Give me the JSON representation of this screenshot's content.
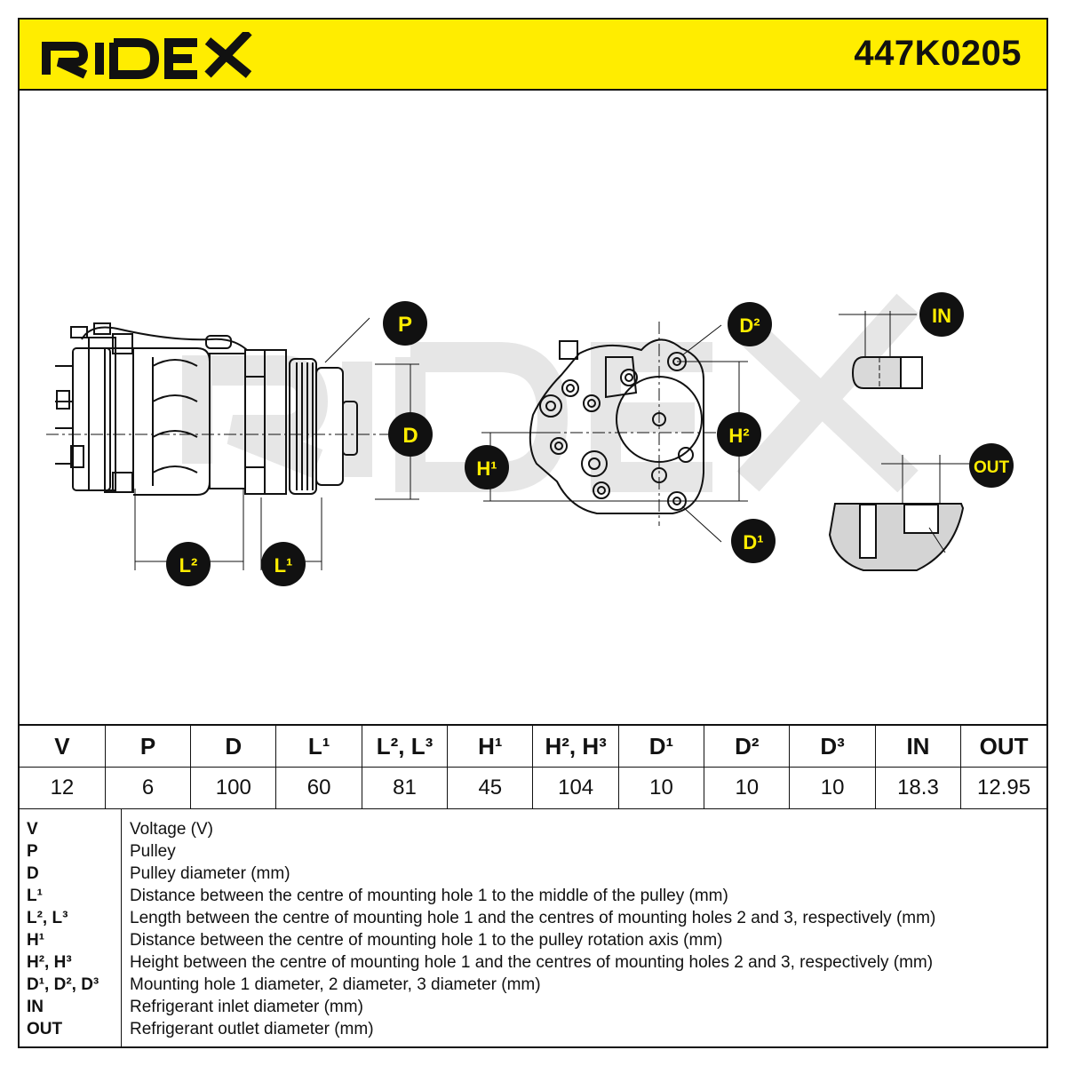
{
  "brand": "RIDEX",
  "part_number": "447K0205",
  "watermark": "RIDEX",
  "callouts": [
    "P",
    "D",
    "L²",
    "L¹",
    "H¹",
    "H²",
    "D²",
    "D¹",
    "IN",
    "OUT"
  ],
  "table": {
    "headers": [
      "V",
      "P",
      "D",
      "L¹",
      "L², L³",
      "H¹",
      "H², H³",
      "D¹",
      "D²",
      "D³",
      "IN",
      "OUT"
    ],
    "values": [
      "12",
      "6",
      "100",
      "60",
      "81",
      "45",
      "104",
      "10",
      "10",
      "10",
      "18.3",
      "12.95"
    ]
  },
  "legend": [
    {
      "symbol": "V",
      "description": "Voltage (V)"
    },
    {
      "symbol": "P",
      "description": "Pulley"
    },
    {
      "symbol": "D",
      "description": "Pulley diameter (mm)"
    },
    {
      "symbol": "L¹",
      "description": "Distance between the centre of mounting hole 1 to the middle of the pulley (mm)"
    },
    {
      "symbol": "L², L³",
      "description": "Length between the centre of mounting hole 1 and the centres of mounting holes 2 and 3, respectively (mm)"
    },
    {
      "symbol": "H¹",
      "description": "Distance between the centre of mounting hole 1 to the pulley rotation axis (mm)"
    },
    {
      "symbol": "H², H³",
      "description": "Height between the centre of mounting hole 1 and the centres of mounting holes 2 and 3, respectively (mm)"
    },
    {
      "symbol": "D¹, D², D³",
      "description": "Mounting hole 1 diameter, 2 diameter, 3 diameter (mm)"
    },
    {
      "symbol": "IN",
      "description": "Refrigerant inlet diameter (mm)"
    },
    {
      "symbol": "OUT",
      "description": "Refrigerant outlet diameter (mm)"
    }
  ],
  "colors": {
    "brand_yellow": "#ffed00",
    "ink": "#111111",
    "watermark": "#e6e6e6"
  }
}
